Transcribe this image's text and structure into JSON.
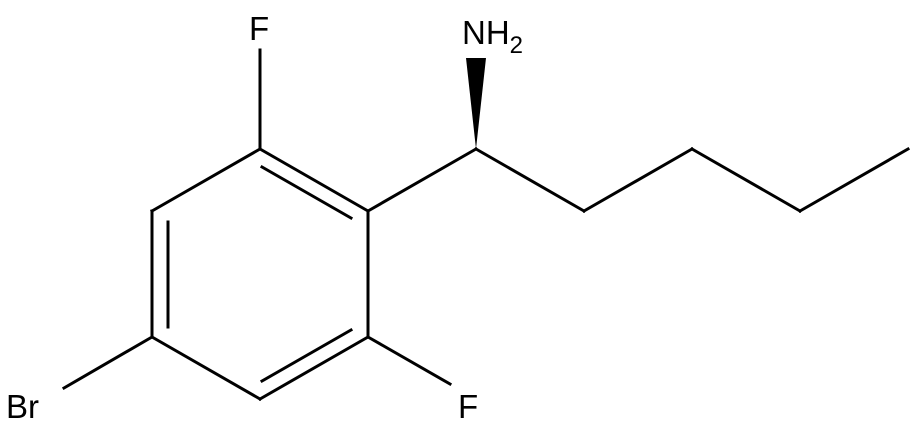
{
  "molecule": {
    "labels": {
      "nh2": {
        "main": "NH",
        "sub": "2"
      },
      "f_top": "F",
      "f_bottom": "F",
      "br": "Br"
    },
    "bond_color": "#000000",
    "background": "#ffffff"
  }
}
